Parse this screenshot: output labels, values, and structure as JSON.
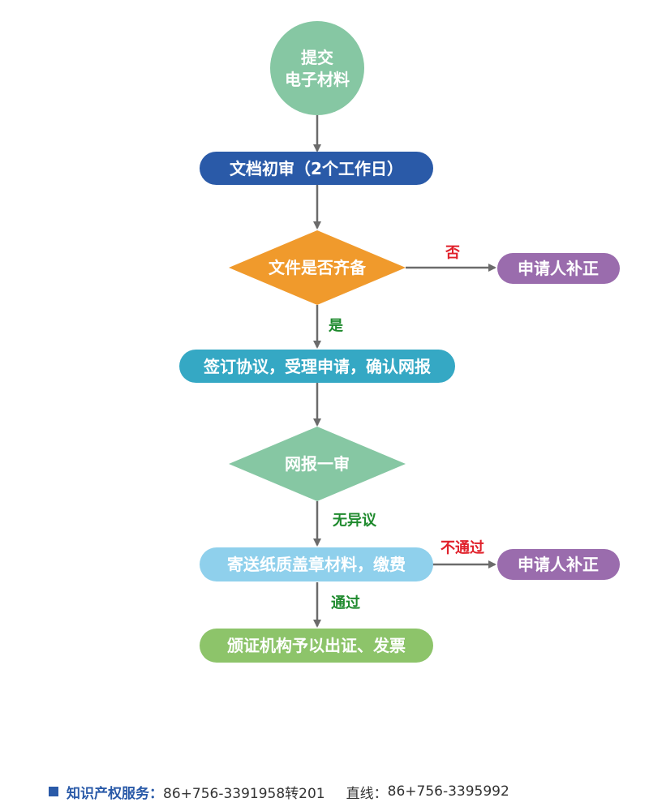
{
  "colors": {
    "arrow": "#6b6b6b",
    "start_circle": "#86c7a3",
    "doc_review": "#2a5aa8",
    "decision_files": "#f09a2c",
    "applicant_box": "#9a6cad",
    "sign_agreement": "#35a8c4",
    "decision_review": "#86c7a3",
    "send_materials": "#8fd0ec",
    "final_step": "#8dc46a",
    "label_red": "#e0202a",
    "label_green": "#1f8a2e",
    "footer_blue": "#2a5aa8"
  },
  "nodes": {
    "start_line1": "提交",
    "start_line2": "电子材料",
    "doc_review": "文档初审（2个工作日）",
    "decision_files": "文件是否齐备",
    "applicant_supplement_1": "申请人补正",
    "sign_agreement": "签订协议，受理申请，确认网报",
    "decision_review": "网报一审",
    "send_materials": "寄送纸质盖章材料，缴费",
    "applicant_supplement_2": "申请人补正",
    "final_step": "颁证机构予以出证、发票"
  },
  "edge_labels": {
    "no": "否",
    "yes": "是",
    "no_objection": "无异议",
    "not_passed": "不通过",
    "passed": "通过"
  },
  "footer": {
    "label": "知识产权服务：",
    "phone1": "86+756-3391958转201",
    "direct_label": "直线：",
    "phone2": "86+756-3395992"
  }
}
